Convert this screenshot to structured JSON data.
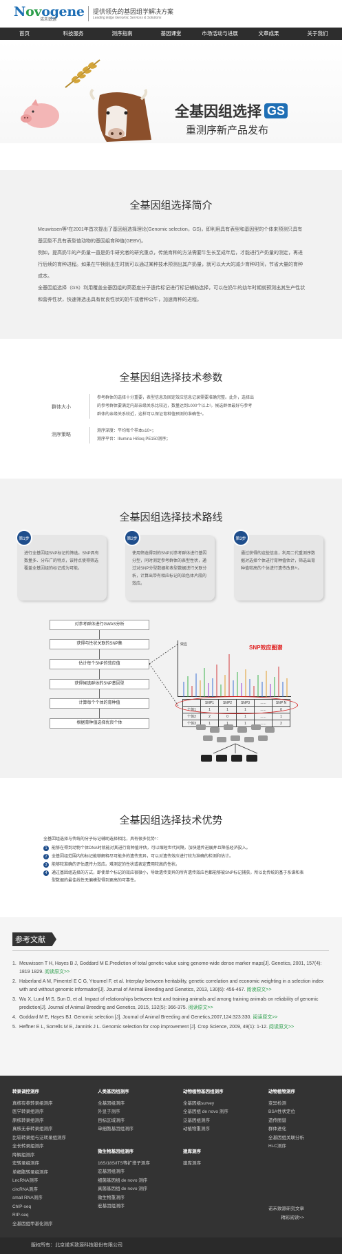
{
  "header": {
    "logo_name_pre": "N",
    "logo_name_mid": "ov",
    "logo_name_post": "ogene",
    "logo_cn": "诺禾致源",
    "tagline_cn": "提供领先的基因组学解决方案",
    "tagline_en": "Leading Edge Genomic Services & Solutions"
  },
  "nav": [
    "首页",
    "科技服务",
    "测序指南",
    "基因课堂",
    "市场活动与进展",
    "文章成果",
    "关于我们"
  ],
  "banner": {
    "subtitle": "重测序新产品发布",
    "title": "全基因组选择",
    "badge": "GS"
  },
  "intro": {
    "title": "全基因组选择简介",
    "paragraphs": [
      "Meuwissen等²在2001年首次提出了基因组选择理论(Genomic selection，GS)，即利用具有表型和基因型的个体来预测只具有基因型不具有表型值动物的基因组育种值(GEBV)。",
      "例如，提高奶牛的产奶量一直是奶牛研究者的研究重点，传统育种的方法需要牛生长至成年后，才能进行产奶量的测定，再进行后续的育种进程。如果在牛犊刚出生时就可以通过某种技术预测出其产奶量，就可以大大的减少育种时间，节省大量的育种成本。",
      "全基因组选择（GS）利用覆盖全基因组的高密度分子遗传标记进行标记辅助选择，可以在奶牛的幼年时期就预测出其生产性状和营养性状，快速筛选出具有优良性状的奶牛或者种公牛，加速育种的进程。"
    ]
  },
  "params": {
    "title": "全基因组选择技术参数",
    "rows": [
      {
        "label": "群体大小",
        "lines": [
          "参考群体的选择十分重要，表型信息及固定效应信息记录需要准确完整。此外，选择出",
          "的参考群体要满足内部亲缘关系比较远，数量达到1000个以上²。候选群体最好与参考",
          "群体的亲缘关系较近，这样可以保证育种值预测的准确性⁴。"
        ]
      },
      {
        "label": "测序策略",
        "lines": [
          "测序深度：平均每个样本≥10×；",
          "测序平台：Illumina HiSeq PE150测序；"
        ]
      }
    ]
  },
  "route": {
    "title": "全基因组选择技术路线",
    "steps": [
      {
        "badge": "第1步",
        "text": "进行全基因组SNP标记的筛选。SNP具有数量多、分布广的特点，该特点使得筛选覆盖全基因组的标记成为可能。"
      },
      {
        "badge": "第2步",
        "text": "使用筛选得到的SNP对参考群体进行基因分型，同时测定参考群体的表型性状，通过对SNP分型数据和表型数据进行关联分析，计算出带有相应标记的染色体片段的效应。"
      },
      {
        "badge": "第3步",
        "text": "通过获得的这些信息，利用二代重测序数据对选择个体进行育种值估计，筛选出育种值较高的个体进行遗传改良³⁵。"
      }
    ],
    "flow": [
      "对参考群体进行GWAS分析",
      "获得与性状关联的SNP集",
      "估计每个SNP的效应值",
      "获得候选群体的SNP基因型",
      "计算每个个体的育种值",
      "根据育种值选择优良个体"
    ],
    "chart_label": "SNP效应图谱",
    "chart_axis": "效应",
    "table_header": [
      "",
      "SNP1",
      "SNP2",
      "SNP3",
      "......",
      "SNP N"
    ],
    "table_rows": [
      [
        "个体1",
        "1",
        "1",
        "1",
        "......",
        "0"
      ],
      [
        "个体2",
        "2",
        "0",
        "1",
        "......",
        "1"
      ],
      [
        "个体3",
        "1",
        "1",
        "1",
        "......",
        "2"
      ]
    ]
  },
  "advantages": {
    "title": "全基因组选择技术优势",
    "intro": "全基因组选择与传统的分子标记辅助选择相比，具有很多优势⁵：",
    "items": [
      "能够在得到动物个体DNA时就能对其进行育种值评估，可以缩短世代间隔，加快遗传进展并且降低经济投入。",
      "全基因组范围内的标记能够解释尽可能多的遗传变异，可以对遗传效应进行较为准确的检测和估计。",
      "能够较准确的评估遗传力效应。难测定的性状或表定费用较高的性状。",
      "通过基因组选择的方式，即使单个标记的效应很微小，导致遗传变异的所有遗传效应也都能够被SNP标记捕获，所以比传统的基于系谱和表型数据的最佳线性无偏模型得到更高的可靠性。"
    ]
  },
  "refs": {
    "title": "参考文献",
    "link_text": "阅读原文>>",
    "items": [
      "Meuwissen T H, Hayes B J, Goddard M E.Prediction of total genetic value using genome-wide dense marker maps[J]. Genetics, 2001, 157(4): 1819 1829.",
      "Haberland A M, Pimentel E C G, Ytournel F, et al. Interplay between heritability, genetic correlation and economic weighting in a selection index with and without genomic information[J]. Journal of Animal Breeding and Genetics, 2013, 130(6): 456-467.",
      "Wu X, Lund M S, Sun D, et al. Impact of relationships between test and training animals and among training animals on reliability of genomic prediction[J]. Journal of Animal Breeding and Genetics, 2015, 132(5): 366-375.",
      "Goddard M E, Hayes BJ. Genomic selection [J]. Journal of Animal Breeding and Genetics,2007,124:323:330.",
      "Heffner E L, Sorrells M E, Jannink J L. Genomic selection for crop improvement [J]. Crop Science, 2009, 49(1): 1-12."
    ]
  },
  "footer": {
    "columns": [
      {
        "head": "转录调控测序",
        "items": [
          "真核有参转录组测序",
          "医学转录组测序",
          "原核转录组测序",
          "真核无参转录组测序",
          "比较转录组与泛转录组测序",
          "全长转录组测序",
          "降解组测序",
          "宏转录组测序",
          "单细胞转录组测序",
          "LncRNA测序",
          "circRNA测序",
          "small RNA测序",
          "ChIP-seq",
          "RIP-seq",
          "全基因组甲基化测序"
        ]
      },
      {
        "head": "人类基因组测序",
        "items": [
          "全基因组测序",
          "外显子测序",
          "目标区域测序",
          "单细胞基因组测序"
        ]
      },
      {
        "head": "微生物基因组测序",
        "items": [
          "16S/18S/ITS等扩增子测序",
          "宏基因组测序",
          "细菌基因组 de novo 测序",
          "真菌基因组 de novo 测序",
          "微生物重测序",
          "宏基因组测序"
        ]
      },
      {
        "head": "动物植物基因组测序",
        "items": [
          "全基因组survey",
          "全基因组 de novo 测序",
          "泛基因组测序",
          "动植物重测序"
        ]
      },
      {
        "head": "建库测序",
        "items": [
          "建库测序"
        ]
      },
      {
        "head": "动物植物测序",
        "items": [
          "变异检测",
          "BSA性状定位",
          "遗传图谱",
          "群体进化",
          "全基因组关联分析",
          "Hi-C测序"
        ]
      }
    ],
    "extra": [
      "诺禾致源研究文章",
      "精彩阅读>>"
    ],
    "copyright": "版权所有：北京诺禾致源科技股份有限公司"
  }
}
